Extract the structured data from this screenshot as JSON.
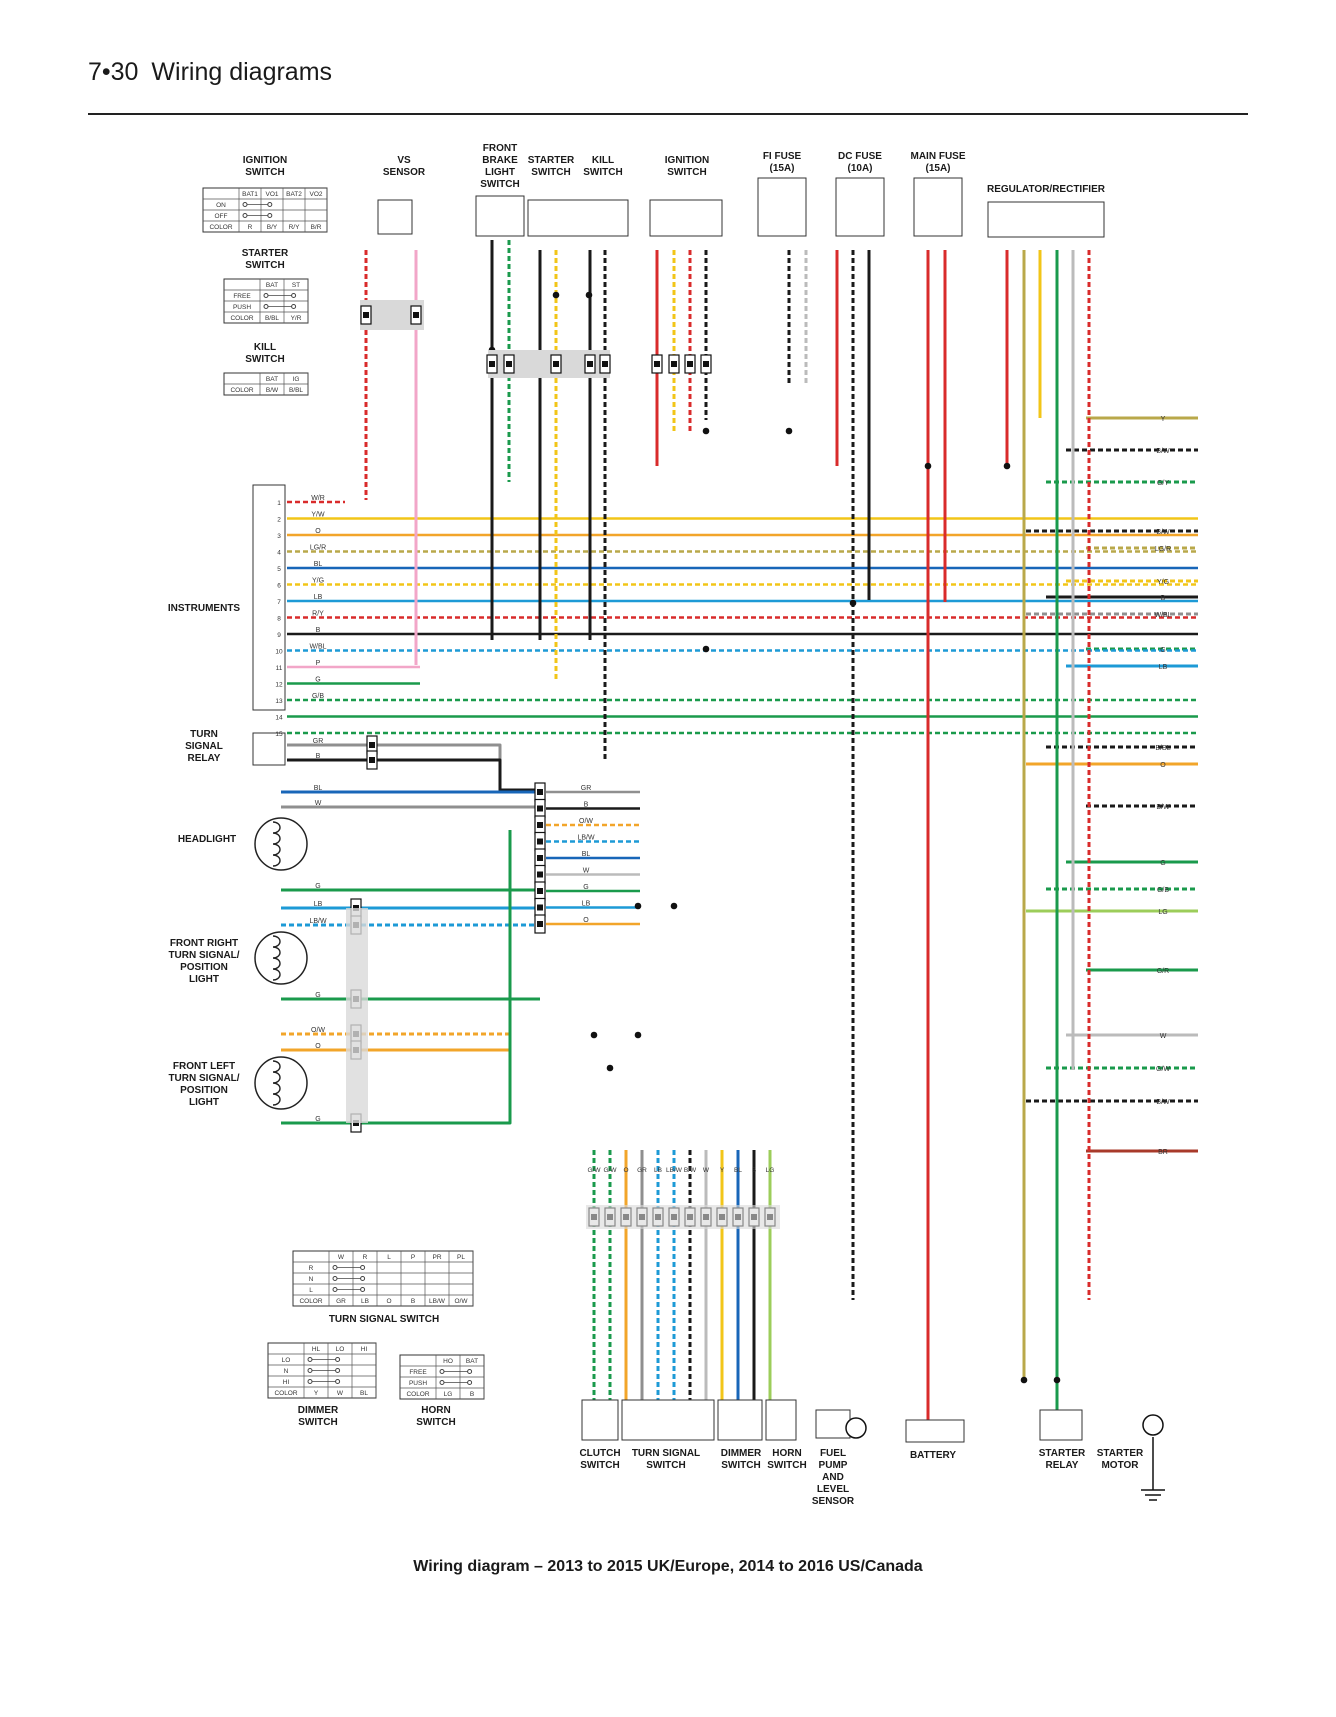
{
  "header": {
    "page_ref": "7•30",
    "title": "Wiring diagrams"
  },
  "caption": "Wiring diagram – 2013 to 2015 UK/Europe, 2014 to 2016 US/Canada",
  "colors": {
    "R": "#d92b2b",
    "Y": "#f2c518",
    "G": "#1a9a4c",
    "B": "#1a1a1a",
    "O": "#f2a52a",
    "LB": "#1d9ad6",
    "BL": "#1866b8",
    "P": "#f2a6c8",
    "GR": "#8f8f8f",
    "W": "#bbbbbb",
    "LG": "#9ccd5a",
    "BR": "#a83a2a",
    "OLIVE": "#b9a84a"
  },
  "components": {
    "vs_sensor": [
      "VS",
      "SENSOR"
    ],
    "front_brake_switch": [
      "FRONT",
      "BRAKE",
      "LIGHT",
      "SWITCH"
    ],
    "starter_switch_top": [
      "STARTER",
      "SWITCH"
    ],
    "kill_switch_top": [
      "KILL",
      "SWITCH"
    ],
    "ignition_switch_top": [
      "IGNITION",
      "SWITCH"
    ],
    "fi_fuse": [
      "FI FUSE",
      "(15A)"
    ],
    "dc_fuse": [
      "DC FUSE",
      "(10A)"
    ],
    "main_fuse": [
      "MAIN FUSE",
      "(15A)"
    ],
    "regulator": "REGULATOR/RECTIFIER",
    "instruments": "INSTRUMENTS",
    "turn_signal_relay": [
      "TURN",
      "SIGNAL",
      "RELAY"
    ],
    "headlight": "HEADLIGHT",
    "front_right": [
      "FRONT RIGHT",
      "TURN SIGNAL/",
      "POSITION",
      "LIGHT"
    ],
    "front_left": [
      "FRONT LEFT",
      "TURN SIGNAL/",
      "POSITION",
      "LIGHT"
    ],
    "clutch_switch": [
      "CLUTCH",
      "SWITCH"
    ],
    "turn_signal_switch": [
      "TURN SIGNAL",
      "SWITCH"
    ],
    "dimmer_switch": [
      "DIMMER",
      "SWITCH"
    ],
    "horn_switch": [
      "HORN",
      "SWITCH"
    ],
    "fuel_pump": [
      "FUEL",
      "PUMP",
      "AND",
      "LEVEL",
      "SENSOR"
    ],
    "battery": "BATTERY",
    "starter_relay": [
      "STARTER",
      "RELAY"
    ],
    "starter_motor": [
      "STARTER",
      "MOTOR"
    ]
  },
  "tables": {
    "ignition_switch": {
      "title": [
        "IGNITION",
        "SWITCH"
      ],
      "cols": [
        "BAT1",
        "VO1",
        "BAT2",
        "VO2"
      ],
      "rows": [
        "ON",
        "OFF"
      ],
      "color_row": [
        "COLOR",
        "R",
        "B/Y",
        "R/Y",
        "B/R"
      ]
    },
    "starter_switch": {
      "title": [
        "STARTER",
        "SWITCH"
      ],
      "cols": [
        "BAT",
        "ST"
      ],
      "rows": [
        "FREE",
        "PUSH"
      ],
      "color_row": [
        "COLOR",
        "B/BL",
        "Y/R"
      ]
    },
    "kill_switch": {
      "title": [
        "KILL",
        "SWITCH"
      ],
      "cols": [
        "BAT",
        "IG"
      ],
      "color_row": [
        "COLOR",
        "B/W",
        "B/BL"
      ]
    },
    "turn_signal_switch": {
      "title": "TURN SIGNAL SWITCH",
      "cols": [
        "W",
        "R",
        "L",
        "P",
        "PR",
        "PL"
      ],
      "rows": [
        "R",
        "N",
        "L"
      ],
      "color_row": [
        "COLOR",
        "GR",
        "LB",
        "O",
        "B",
        "LB/W",
        "O/W"
      ]
    },
    "dimmer_switch": {
      "title": [
        "DIMMER",
        "SWITCH"
      ],
      "cols": [
        "HL",
        "LO",
        "HI"
      ],
      "rows": [
        "LO",
        "N",
        "HI"
      ],
      "color_row": [
        "COLOR",
        "Y",
        "W",
        "BL"
      ]
    },
    "horn_switch": {
      "title": [
        "HORN",
        "SWITCH"
      ],
      "cols": [
        "HO",
        "BAT"
      ],
      "rows": [
        "FREE",
        "PUSH"
      ],
      "color_row": [
        "COLOR",
        "LG",
        "B"
      ]
    }
  },
  "instrument_pins": [
    {
      "n": "1",
      "w": "W/R"
    },
    {
      "n": "2",
      "w": "Y/W"
    },
    {
      "n": "3",
      "w": "O"
    },
    {
      "n": "4",
      "w": "LG/R"
    },
    {
      "n": "5",
      "w": "BL"
    },
    {
      "n": "6",
      "w": "Y/G"
    },
    {
      "n": "7",
      "w": "LB"
    },
    {
      "n": "8",
      "w": "R/Y"
    },
    {
      "n": "9",
      "w": "B"
    },
    {
      "n": "10",
      "w": "W/BL"
    },
    {
      "n": "11",
      "w": "P"
    },
    {
      "n": "12",
      "w": "G"
    },
    {
      "n": "13",
      "w": "G/B"
    },
    {
      "n": "14",
      "w": ""
    },
    {
      "n": "15",
      "w": ""
    }
  ],
  "right_wire_labels": [
    "Y",
    "B/W",
    "G/Y",
    "B/W",
    "LG/R",
    "Y/G",
    "B",
    "W/BL",
    "G",
    "LB",
    "B/BL",
    "O",
    "B/W",
    "G",
    "G/B",
    "LG",
    "G/R",
    "W",
    "G/W",
    "B/W",
    "BR"
  ],
  "bottom_wire_codes": [
    "G/W",
    "G/W",
    "O",
    "GR",
    "LB",
    "LB/W",
    "B/W",
    "W",
    "Y",
    "BL",
    "B",
    "LG"
  ],
  "relay_wires": [
    "GR",
    "B"
  ],
  "headlight_wires": [
    "BL",
    "W",
    "G"
  ],
  "front_right_wires": [
    "LB",
    "LB/W",
    "G"
  ],
  "front_left_wires": [
    "O/W",
    "O",
    "G"
  ],
  "harness_block_labels": [
    "GR",
    "B",
    "O/W",
    "LB/W",
    "BL",
    "W",
    "G",
    "LB",
    "O"
  ]
}
